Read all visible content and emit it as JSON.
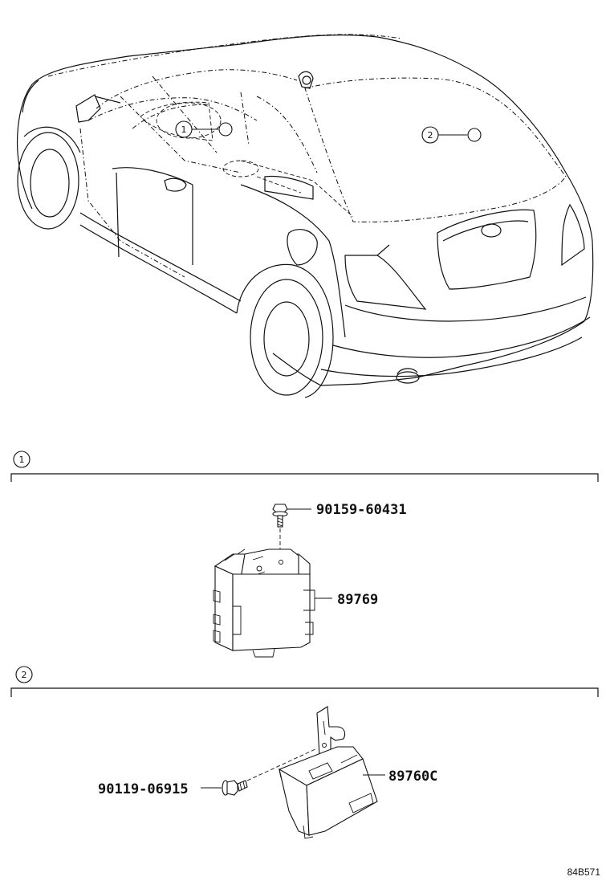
{
  "diagram": {
    "callouts": {
      "location_1": "1",
      "location_2": "2"
    },
    "sections": [
      {
        "index": "1",
        "parts": [
          {
            "part_number": "90159-60431",
            "kind": "bolt"
          },
          {
            "part_number": "89769",
            "kind": "module"
          }
        ]
      },
      {
        "index": "2",
        "parts": [
          {
            "part_number": "90119-06915",
            "kind": "bolt"
          },
          {
            "part_number": "89760C",
            "kind": "module-with-bracket"
          }
        ]
      }
    ],
    "figure_code": "84B571"
  }
}
